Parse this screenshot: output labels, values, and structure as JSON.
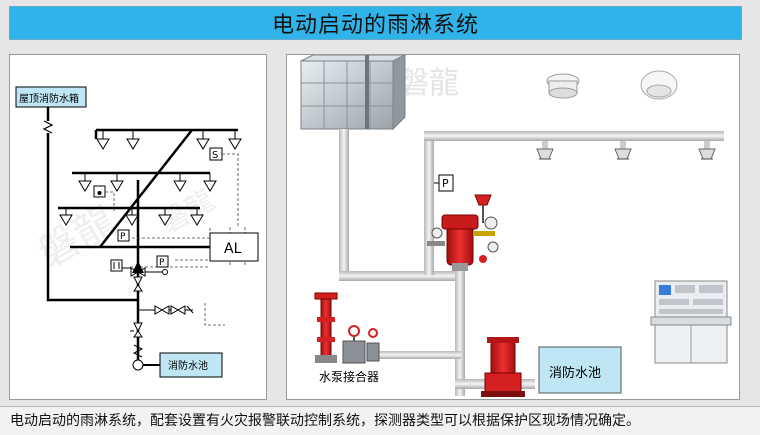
{
  "header": {
    "title": "电动启动的雨淋系统"
  },
  "left_diagram": {
    "roof_tank_label": "屋顶消防水箱",
    "pool_label": "消防水池",
    "alarm_label": "AL",
    "switch_label": "S",
    "pressure_label_1": "P",
    "pressure_label_2": "P",
    "watermark": "磐龍"
  },
  "right_diagram": {
    "pressure_label": "P",
    "adapter_label": "水泵接合器",
    "pool_label": "消防水池",
    "watermark": "磐龍"
  },
  "footer": {
    "caption": "电动启动的雨淋系统，配套设置有火灾报警联动控制系统，探测器类型可以根据保护区现场情况确定。"
  },
  "colors": {
    "title_bar": "#2fb3e8",
    "pool_fill": "#bfe6f5",
    "valve_red": "#d42020"
  }
}
